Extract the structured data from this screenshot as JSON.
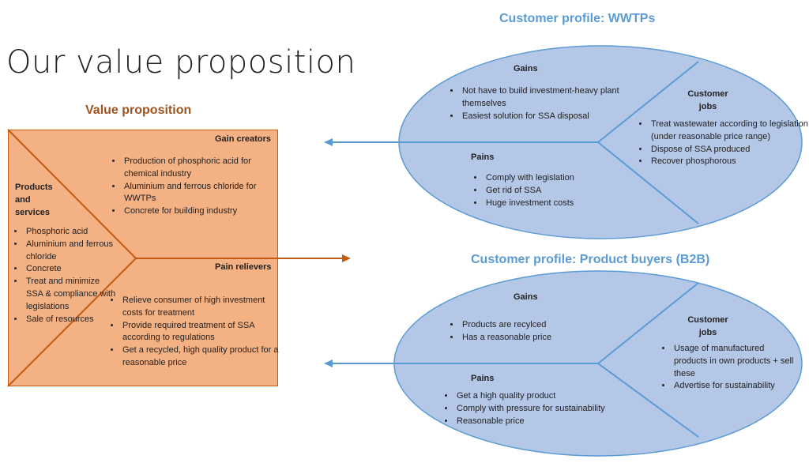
{
  "title": "Our value proposition",
  "value_proposition": {
    "heading": "Value proposition",
    "products": {
      "label": "Products and services",
      "items": [
        "Phosphoric acid",
        "Aluminium and ferrous chloride",
        "Concrete",
        "Treat and minimize SSA & compliance with legislations",
        "Sale of resources"
      ]
    },
    "gain_creators": {
      "label": "Gain creators",
      "items": [
        "Production of phosphoric acid for chemical industry",
        "Aluminium and ferrous chloride for WWTPs",
        "Concrete for building industry"
      ]
    },
    "pain_relievers": {
      "label": "Pain relievers",
      "items": [
        "Relieve consumer of high investment costs for treatment",
        "Provide required treatment of SSA according to regulations",
        "Get a recycled, high quality product for a reasonable price"
      ]
    }
  },
  "profile_wwtp": {
    "heading": "Customer profile: WWTPs",
    "gains": {
      "label": "Gains",
      "items": [
        "Not have to build investment-heavy plant themselves",
        "Easiest solution for SSA disposal"
      ]
    },
    "pains": {
      "label": "Pains",
      "items": [
        "Comply with legislation",
        "Get rid of SSA",
        "Huge investment costs"
      ]
    },
    "jobs": {
      "label": "Customer jobs",
      "items": [
        "Treat wastewater according to legislation (under reasonable price range)",
        "Dispose of SSA produced",
        "Recover phosphorous"
      ]
    }
  },
  "profile_b2b": {
    "heading": "Customer profile: Product buyers (B2B)",
    "gains": {
      "label": "Gains",
      "items": [
        "Products are recylced",
        "Has a reasonable price"
      ]
    },
    "pains": {
      "label": "Pains",
      "items": [
        "Get a high quality product",
        "Comply with pressure for sustainability",
        "Reasonable price"
      ]
    },
    "jobs": {
      "label": "Customer jobs",
      "items": [
        "Usage of manufactured products in own products + sell these",
        "Advertise for sustainability"
      ]
    }
  },
  "colors": {
    "vp_fill": "#f4b183",
    "vp_line": "#c55a11",
    "ellipse_fill": "#b4c7e7",
    "ellipse_line": "#5b9bd5"
  }
}
